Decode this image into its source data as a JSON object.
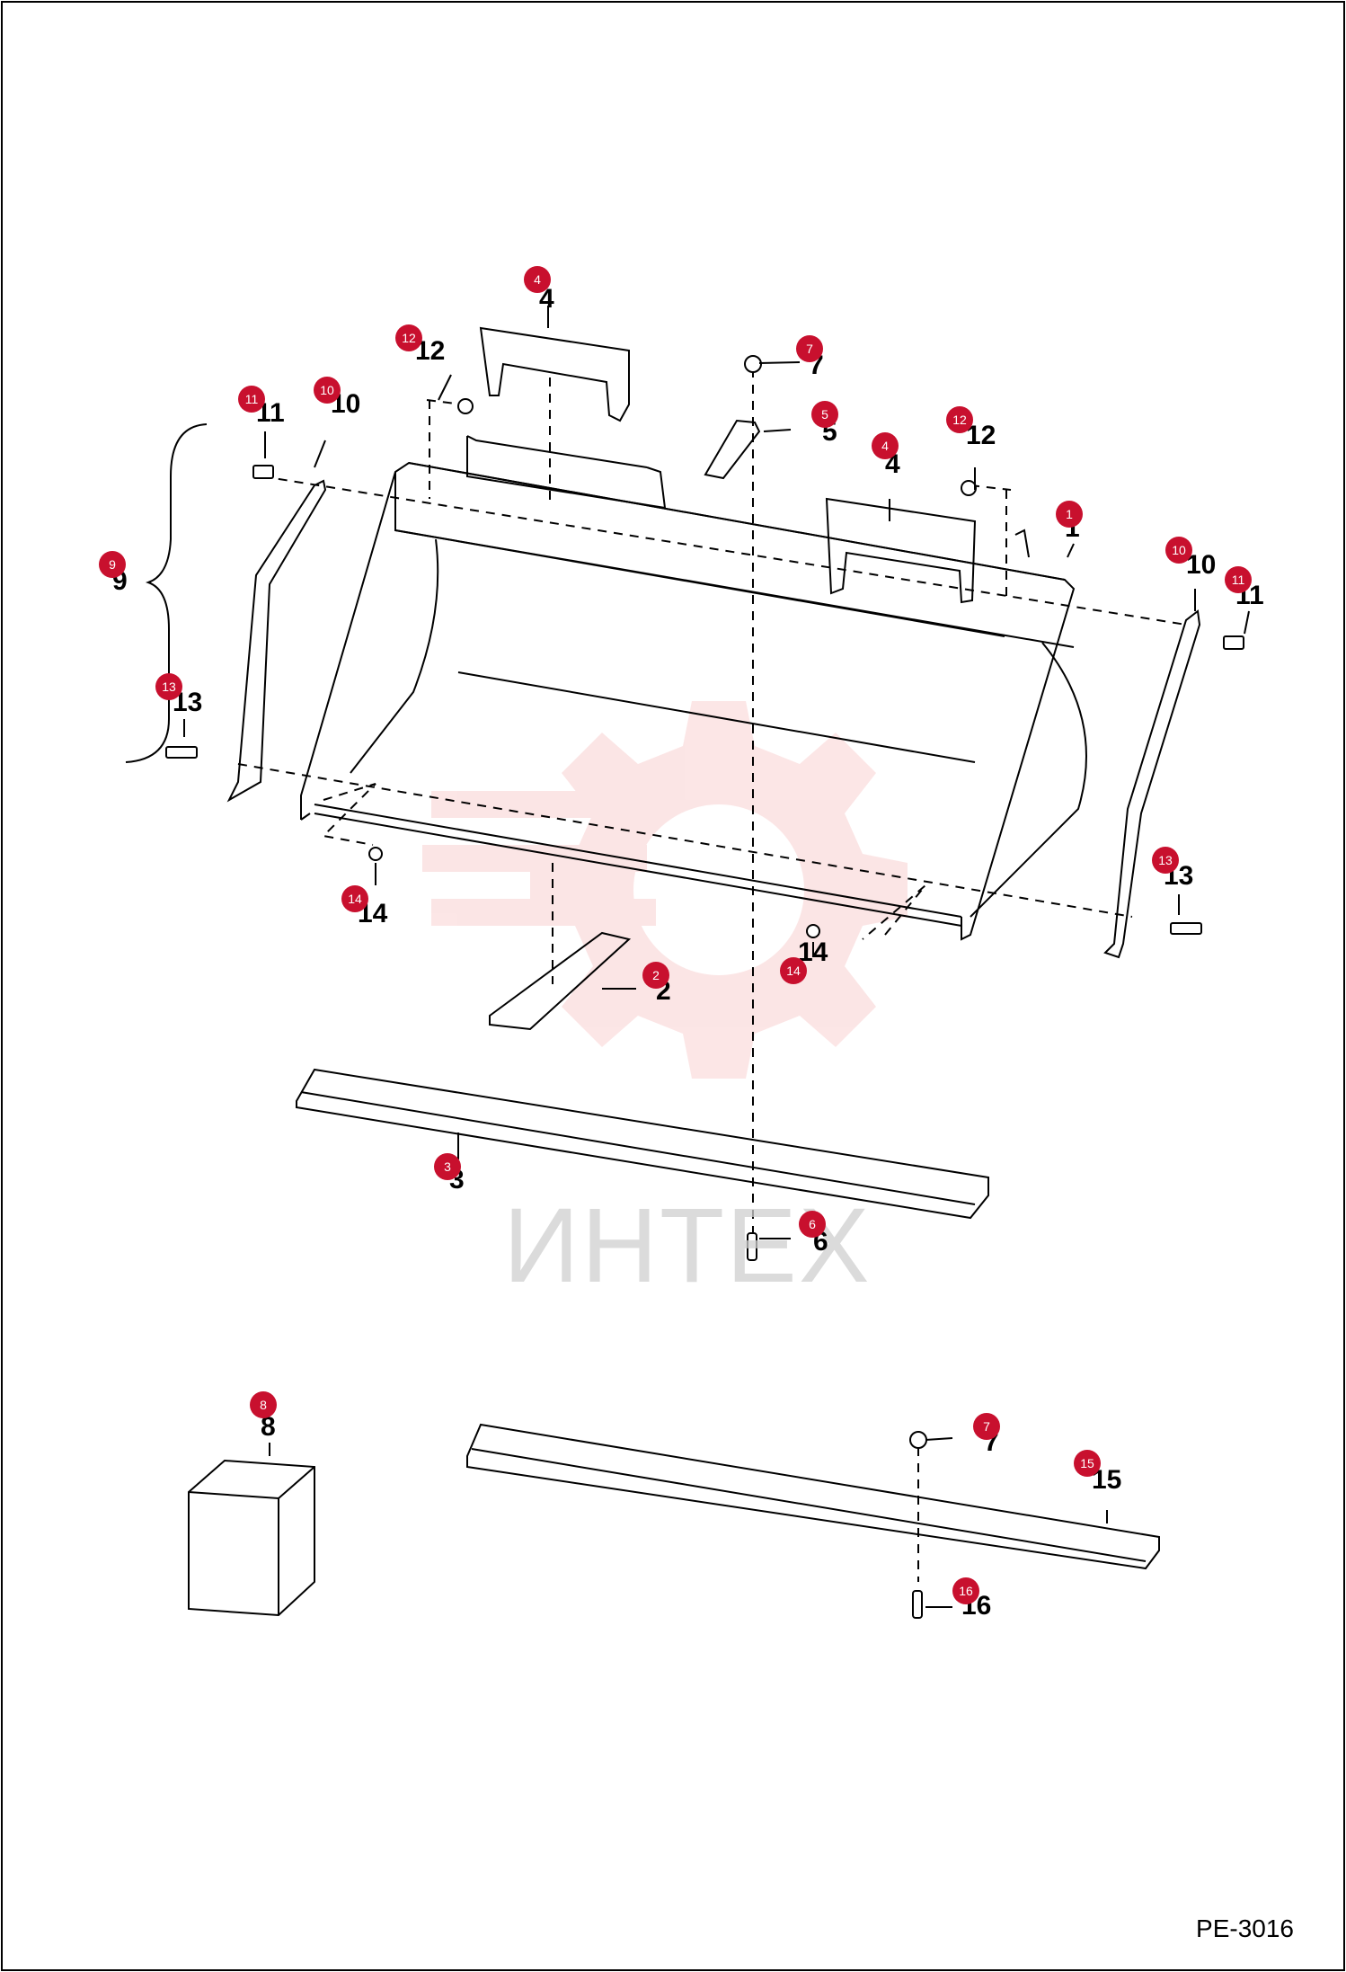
{
  "drawing_code": "PE-3016",
  "watermark_text": "ИНТЕХ",
  "accent_color": "#c8102e",
  "callouts": [
    "1",
    "2",
    "3",
    "4",
    "4",
    "5",
    "6",
    "7",
    "7",
    "8",
    "9",
    "10",
    "10",
    "11",
    "11",
    "12",
    "12",
    "13",
    "13",
    "14",
    "14",
    "15",
    "16"
  ],
  "part_numbers": [
    "1",
    "2",
    "3",
    "4",
    "4",
    "5",
    "6",
    "7",
    "7",
    "8",
    "9",
    "10",
    "10",
    "11",
    "11",
    "12",
    "12",
    "13",
    "13",
    "14",
    "14",
    "15",
    "16"
  ]
}
